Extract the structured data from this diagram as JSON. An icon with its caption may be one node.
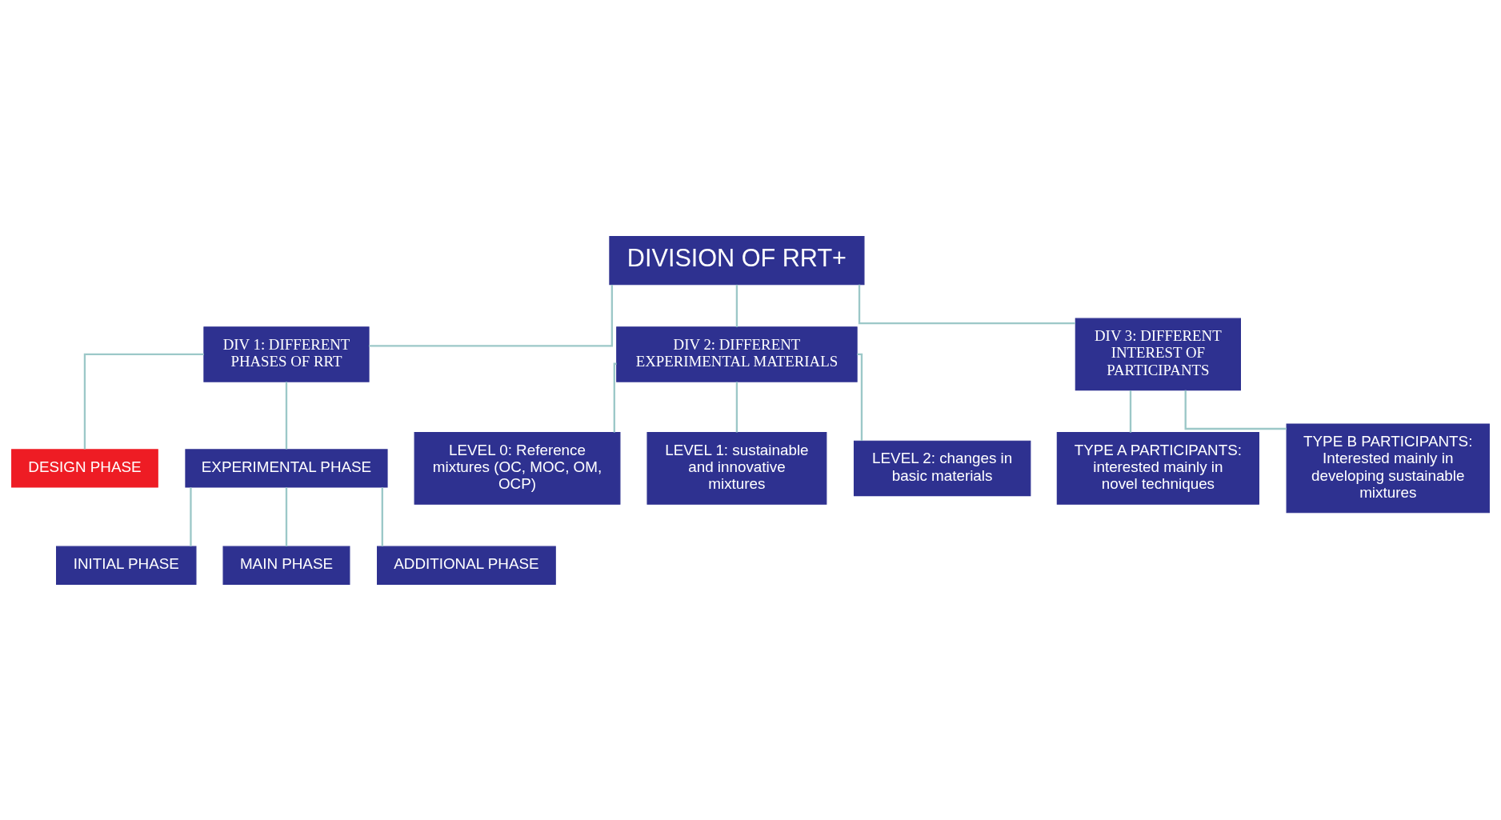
{
  "diagram": {
    "nodes": [
      {
        "text": [
          "DIVISION OF RRT+"
        ]
      },
      {
        "text": [
          "DIV 1: DIFFERENT PHASES OF RRT"
        ]
      },
      {
        "text": [
          "DIV 2: DIFFERENT EXPERIMENTAL MATERIALS"
        ]
      },
      {
        "text": [
          "DIV 3: DIFFERENT INTEREST OF PARTICIPANTS"
        ]
      },
      {
        "text": [
          "DESIGN PHASE"
        ]
      },
      {
        "text": [
          "EXPERIMENTAL PHASE"
        ]
      },
      {
        "text": [
          "INITIAL PHASE"
        ]
      },
      {
        "text": [
          "MAIN PHASE"
        ]
      },
      {
        "text": [
          "ADDITIONAL PHASE"
        ]
      },
      {
        "text": [
          "LEVEL 0: Reference mixtures (OC, MOC, OM, OCP)"
        ]
      },
      {
        "text": [
          "LEVEL 1: sustainable and innovative mixtures"
        ]
      },
      {
        "text": [
          "LEVEL 2: changes in basic materials"
        ]
      },
      {
        "text": [
          "TYPE A PARTICIPANTS: interested mainly in novel techniques"
        ]
      },
      {
        "text": [
          "TYPE B PARTICIPANTS:",
          "Interested mainly in developing sustainable mixtures"
        ]
      }
    ],
    "edges": [
      {
        "from": 0,
        "to": 1,
        "arrow": "none"
      },
      {
        "from": 0,
        "to": 2,
        "arrow": "none"
      },
      {
        "from": 0,
        "to": 3,
        "arrow": "none"
      },
      {
        "from": 1,
        "to": 4,
        "arrow": "none"
      },
      {
        "from": 1,
        "to": 5,
        "arrow": "none"
      },
      {
        "from": 5,
        "to": 6,
        "arrow": "none"
      },
      {
        "from": 5,
        "to": 7,
        "arrow": "none"
      },
      {
        "from": 5,
        "to": 8,
        "arrow": "none"
      },
      {
        "from": 2,
        "to": 9,
        "arrow": "none"
      },
      {
        "from": 2,
        "to": 10,
        "arrow": "none"
      },
      {
        "from": 2,
        "to": 11,
        "arrow": "none"
      },
      {
        "from": 3,
        "to": 12,
        "arrow": "none"
      },
      {
        "from": 3,
        "to": 13,
        "arrow": "none"
      }
    ]
  }
}
